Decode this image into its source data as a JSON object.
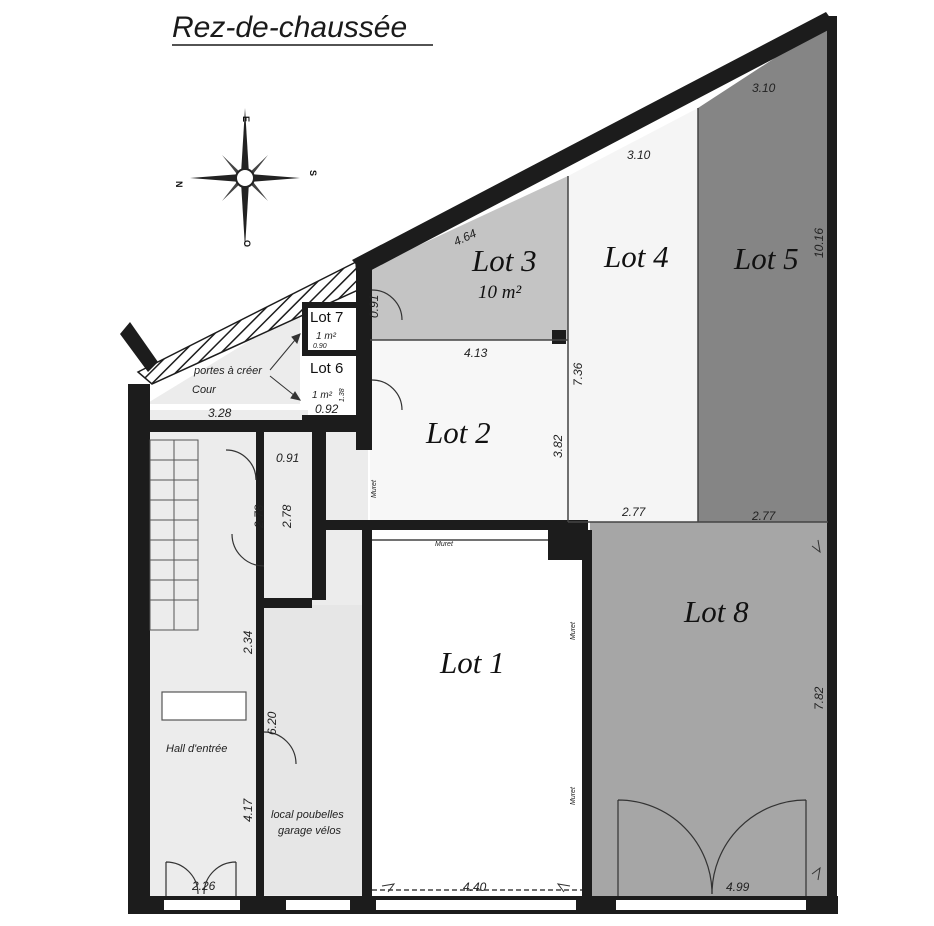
{
  "title": "Rez-de-chaussée",
  "compass": {
    "north": "N",
    "south": "S",
    "east": "E",
    "west": "O"
  },
  "lots": {
    "lot1": "Lot 1",
    "lot2": "Lot 2",
    "lot3": "Lot 3",
    "lot3_area": "10 m²",
    "lot4": "Lot 4",
    "lot5": "Lot 5",
    "lot6": "Lot 6",
    "lot6_area": "1 m²",
    "lot7": "Lot 7",
    "lot7_area": "1 m²",
    "lot8": "Lot 8"
  },
  "labels": {
    "portes": "portes à créer",
    "cour": "Cour",
    "hall": "Hall d'entrée",
    "local_line1": "local poubelles",
    "local_line2": "garage vélos",
    "muret": "Muret"
  },
  "dimensions": {
    "d_3_10_top": "3.10",
    "d_3_10": "3.10",
    "d_4_64": "4.64",
    "d_0_91_lot3": "0.91",
    "d_10_16": "10.16",
    "d_4_13": "4.13",
    "d_7_36": "7.36",
    "d_3_82": "3.82",
    "d_0_90": "0.90",
    "d_1_38": "1.38",
    "d_0_92": "0.92",
    "d_3_28": "3.28",
    "d_0_91_corridor": "0.91",
    "d_2_78_a": "2.78",
    "d_2_78_b": "2.78",
    "d_2_77_a": "2.77",
    "d_2_77_b": "2.77",
    "d_2_34": "2.34",
    "d_6_20": "6.20",
    "d_4_17": "4.17",
    "d_2_26": "2.26",
    "d_4_40": "4.40",
    "d_4_99": "4.99",
    "d_7_82": "7.82"
  },
  "colors": {
    "wall": "#1c1c1c",
    "lot1": "#ffffff",
    "lot2": "#f7f7f7",
    "lot3": "#c4c4c4",
    "lot4": "#f5f5f5",
    "lot5": "#858585",
    "lot8": "#a6a6a6",
    "common": "#ececec"
  }
}
